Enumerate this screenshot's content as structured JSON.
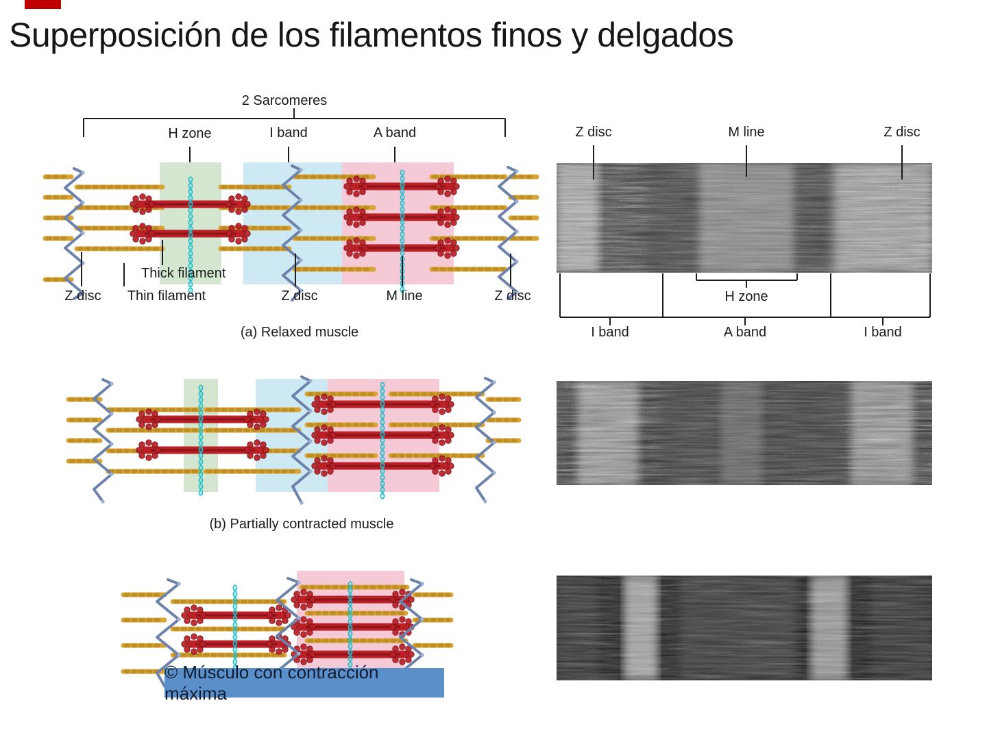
{
  "slide": {
    "title": "Superposición de los filamentos finos y delgados"
  },
  "figure_a": {
    "sarcomeres_label": "2 Sarcomeres",
    "h_zone": "H zone",
    "i_band": "I band",
    "a_band": "A band",
    "thick_filament": "Thick filament",
    "thin_filament": "Thin filament",
    "z_disc_left": "Z disc",
    "z_disc_center": "Z disc",
    "z_disc_right": "Z disc",
    "m_line": "M line",
    "caption": "(a) Relaxed muscle"
  },
  "figure_b": {
    "caption": "(b) Partially contracted muscle"
  },
  "figure_c": {
    "caption": "© Músculo con contracción máxima"
  },
  "em_top": {
    "z_disc_left": "Z disc",
    "m_line": "M line",
    "z_disc_right": "Z disc",
    "h_zone": "H zone",
    "i_band_left": "I band",
    "a_band": "A band",
    "i_band_right": "I band"
  },
  "colors": {
    "marker": "#c00000",
    "h_zone_fill": "#d4e5d0",
    "i_band_fill": "#cde9f4",
    "a_band_fill": "#f5c9d6",
    "thin_filament": "#d8a534",
    "thin_dark": "#a87c1b",
    "thick_filament": "#bb2027",
    "thick_dark": "#7e1217",
    "z_disc": "#6d82ab",
    "z_node": "#9db0d0",
    "m_chain": "#21c0cb",
    "caption_bar": "#5b8fc9",
    "annotation_line": "#1c1c1c",
    "em_light_base": "#dcdcdc",
    "em_dark_base": "#a6a6a6"
  }
}
